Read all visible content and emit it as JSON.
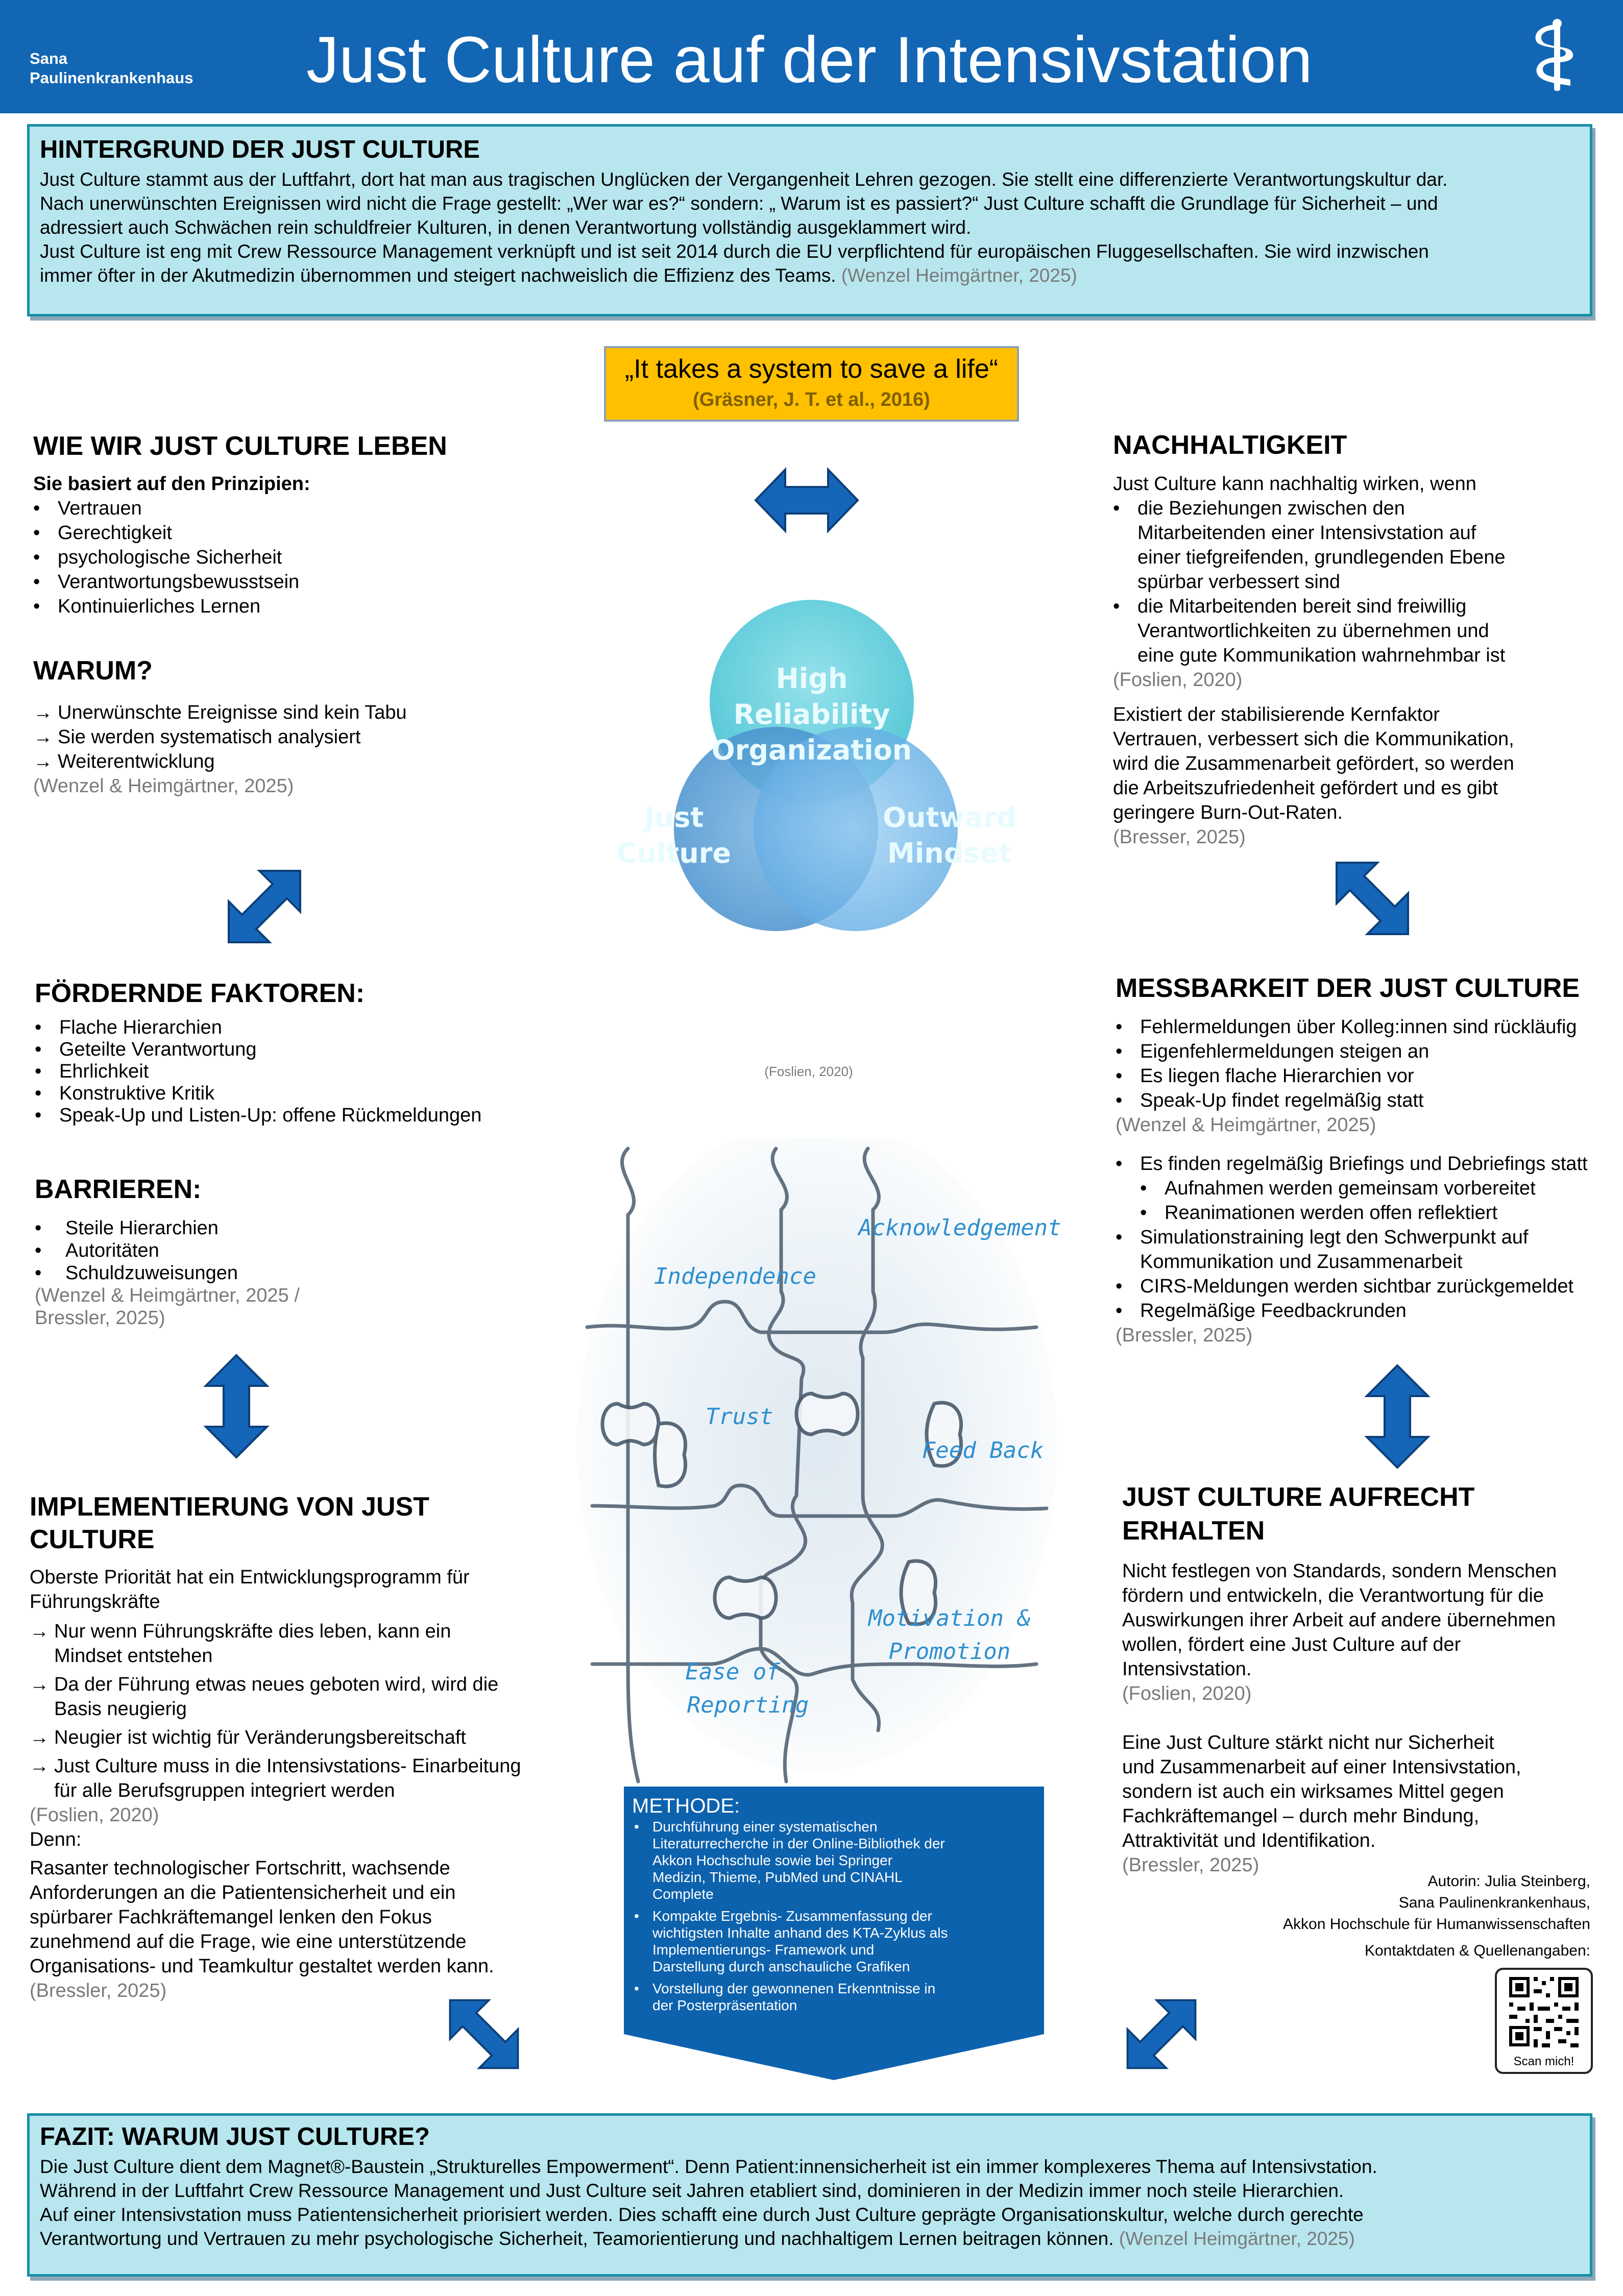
{
  "header": {
    "hospital_line1": "Sana",
    "hospital_line2": "Paulinenkrankenhaus",
    "title": "Just Culture auf der Intensivstation"
  },
  "colors": {
    "header_blue": "#1266b4",
    "box_bg": "#b7e6ee",
    "box_border": "#1a8fa8",
    "quote_bg": "#ffc000",
    "arrow_blue": "#1565b8",
    "methode_blue": "#0d62ae",
    "circle_top": "#6dd0dc",
    "circle_left": "#5a9fd6",
    "circle_right": "#7dbcea"
  },
  "hintergrund": {
    "heading": "HINTERGRUND DER JUST CULTURE",
    "lines": [
      "Just Culture stammt aus der Luftfahrt, dort hat man aus tragischen Unglücken der Vergangenheit Lehren gezogen. Sie stellt eine differenzierte Verantwortungskultur dar.",
      "Nach unerwünschten Ereignissen wird nicht die Frage gestellt: „Wer war es?“ sondern: „ Warum ist es passiert?“ Just Culture schafft die Grundlage für Sicherheit – und",
      "adressiert auch Schwächen rein schuldfreier Kulturen, in denen Verantwortung vollständig ausgeklammert wird.",
      "Just Culture ist eng mit Crew Ressource Management verknüpft und ist seit 2014 durch die EU verpflichtend für europäischen Fluggesellschaften. Sie wird inzwischen"
    ],
    "last_line": "immer öfter in der Akutmedizin übernommen und steigert nachweislich die Effizienz des Teams.",
    "citation": "(Wenzel  Heimgärtner, 2025)"
  },
  "quote": {
    "text": "„It takes a system to save a life“",
    "citation": "(Gräsner, J. T. et al., 2016)"
  },
  "wie_wir": {
    "heading": "WIE WIR JUST CULTURE LEBEN",
    "intro": "Sie basiert auf den Prinzipien:",
    "items": [
      "Vertrauen",
      "Gerechtigkeit",
      "psychologische Sicherheit",
      "Verantwortungsbewusstsein",
      "Kontinuierliches Lernen"
    ]
  },
  "warum": {
    "heading": "WARUM?",
    "items": [
      "Unerwünschte Ereignisse sind kein Tabu",
      "Sie werden systematisch analysiert",
      "Weiterentwicklung"
    ],
    "citation": "(Wenzel & Heimgärtner, 2025)"
  },
  "nachhaltigkeit": {
    "heading": "NACHHALTIGKEIT",
    "intro": "Just Culture kann nachhaltig wirken, wenn",
    "items": [
      [
        "die Beziehungen zwischen den",
        "Mitarbeitenden einer Intensivstation auf",
        "einer tiefgreifenden, grundlegenden Ebene",
        "spürbar verbessert sind"
      ],
      [
        "die Mitarbeitenden bereit sind freiwillig",
        "Verantwortlichkeiten zu übernehmen und",
        "eine gute Kommunikation wahrnehmbar ist"
      ]
    ],
    "citation1": "(Foslien, 2020)",
    "para": [
      "Existiert der stabilisierende Kernfaktor",
      "Vertrauen, verbessert sich die Kommunikation,",
      "wird die Zusammenarbeit gefördert, so werden",
      "die Arbeitszufriedenheit  gefördert und es gibt",
      "geringere Burn-Out-Raten."
    ],
    "citation2": "(Bresser, 2025)"
  },
  "venn": {
    "top": [
      "High",
      "Reliability",
      "Organization"
    ],
    "left": [
      "Just",
      "Culture"
    ],
    "right": [
      "Outward",
      "Mindset"
    ],
    "citation": "(Foslien, 2020)"
  },
  "foerdernde": {
    "heading": "FÖRDERNDE FAKTOREN:",
    "items": [
      "Flache Hierarchien",
      "Geteilte Verantwortung",
      "Ehrlichkeit",
      "Konstruktive Kritik",
      "Speak-Up und Listen-Up: offene Rückmeldungen"
    ]
  },
  "barrieren": {
    "heading": "BARRIEREN:",
    "items": [
      "Steile Hierarchien",
      "Autoritäten",
      "Schuldzuweisungen"
    ],
    "citation_l1": "(Wenzel & Heimgärtner, 2025 /",
    "citation_l2": "Bressler, 2025)"
  },
  "messbarkeit": {
    "heading": "MESSBARKEIT DER JUST CULTURE",
    "items": [
      "Fehlermeldungen über Kolleg:innen sind rückläufig",
      "Eigenfehlermeldungen steigen an",
      "Es liegen flache Hierarchien vor",
      "Speak-Up findet regelmäßig statt"
    ],
    "citation1": "(Wenzel & Heimgärtner, 2025)",
    "items2": [
      {
        "t": "Es finden regelmäßig Briefings und Debriefings statt",
        "sub": false
      },
      {
        "t": "Aufnahmen werden gemeinsam vorbereitet",
        "sub": true
      },
      {
        "t": "Reanimationen werden offen reflektiert",
        "sub": true
      },
      {
        "t": "Simulationstraining legt den Schwerpunkt auf",
        "sub": false,
        "cont": "Kommunikation und Zusammenarbeit"
      },
      {
        "t": "CIRS-Meldungen werden sichtbar zurückgemeldet",
        "sub": false
      },
      {
        "t": "Regelmäßige Feedbackrunden",
        "sub": false
      }
    ],
    "citation2": "(Bressler, 2025)"
  },
  "puzzle": {
    "labels": [
      "Acknowledgement",
      "Independence",
      "Trust",
      "Feed Back",
      "Motivation &",
      "Promotion",
      "Ease of",
      "Reporting"
    ]
  },
  "implementierung": {
    "heading_l1": "IMPLEMENTIERUNG VON JUST",
    "heading_l2": "CULTURE",
    "intro_l1": "Oberste Priorität hat ein Entwicklungsprogramm für",
    "intro_l2": "Führungskräfte",
    "items": [
      [
        "Nur wenn Führungskräfte dies leben, kann ein",
        "Mindset entstehen"
      ],
      [
        "Da der Führung etwas neues geboten wird, wird die",
        "Basis neugierig"
      ],
      [
        "Neugier ist wichtig für Veränderungsbereitschaft"
      ],
      [
        "Just Culture muss in die Intensivstations- Einarbeitung",
        "für alle Berufsgruppen integriert werden"
      ]
    ],
    "citation1": "(Foslien, 2020)",
    "denn": "Denn:",
    "para": [
      "Rasanter technologischer Fortschritt, wachsende",
      "Anforderungen an die Patientensicherheit und ein",
      "spürbarer Fachkräftemangel lenken den Fokus",
      "zunehmend auf die Frage, wie eine unterstützende",
      "Organisations- und Teamkultur gestaltet werden kann."
    ],
    "citation2": "(Bressler, 2025)"
  },
  "methode": {
    "heading": "METHODE:",
    "items": [
      [
        "Durchführung einer systematischen",
        "Literaturrecherche in der Online-Bibliothek der",
        "Akkon Hochschule sowie bei Springer",
        "Medizin, Thieme, PubMed und CINAHL",
        "Complete"
      ],
      [
        "Kompakte Ergebnis- Zusammenfassung der",
        "wichtigsten Inhalte anhand des KTA-Zyklus als",
        "Implementierungs- Framework und",
        "Darstellung durch anschauliche Grafiken"
      ],
      [
        "Vorstellung der gewonnenen Erkenntnisse in",
        "der Posterpräsentation"
      ]
    ]
  },
  "aufrecht": {
    "heading_l1": "JUST CULTURE AUFRECHT",
    "heading_l2": "ERHALTEN",
    "para1": [
      "Nicht festlegen von Standards, sondern Menschen",
      "fördern und entwickeln, die Verantwortung für die",
      "Auswirkungen ihrer Arbeit auf andere übernehmen",
      "wollen, fördert eine Just Culture auf der",
      "Intensivstation."
    ],
    "citation1": "(Foslien, 2020)",
    "para2": [
      "Eine Just Culture stärkt nicht nur Sicherheit",
      "und Zusammenarbeit auf einer Intensivstation,",
      "sondern ist auch ein wirksames Mittel gegen",
      "Fachkräftemangel – durch mehr Bindung,",
      "Attraktivität und Identifikation."
    ],
    "citation2": "(Bressler, 2025)"
  },
  "author": {
    "line1": "Autorin: Julia Steinberg,",
    "line2": "Sana Paulinenkrankenhaus,",
    "line3": "Akkon Hochschule für Humanwissenschaften",
    "contact": "Kontaktdaten & Quellenangaben:",
    "scan": "Scan mich!"
  },
  "fazit": {
    "heading": "FAZIT: WARUM JUST CULTURE?",
    "lines": [
      "Die Just Culture dient dem Magnet®-Baustein „Strukturelles Empowerment“. Denn Patient:innensicherheit ist ein immer komplexeres Thema auf Intensivstation.",
      "Während in der Luftfahrt Crew Ressource Management und Just Culture seit Jahren etabliert sind, dominieren in der Medizin immer noch steile Hierarchien.",
      "Auf einer Intensivstation muss Patientensicherheit priorisiert werden. Dies schafft eine durch Just Culture geprägte Organisationskultur, welche durch gerechte"
    ],
    "last_line": "Verantwortung und Vertrauen zu mehr psychologische Sicherheit, Teamorientierung und nachhaltigem Lernen beitragen können.",
    "citation": "(Wenzel  Heimgärtner, 2025)"
  }
}
